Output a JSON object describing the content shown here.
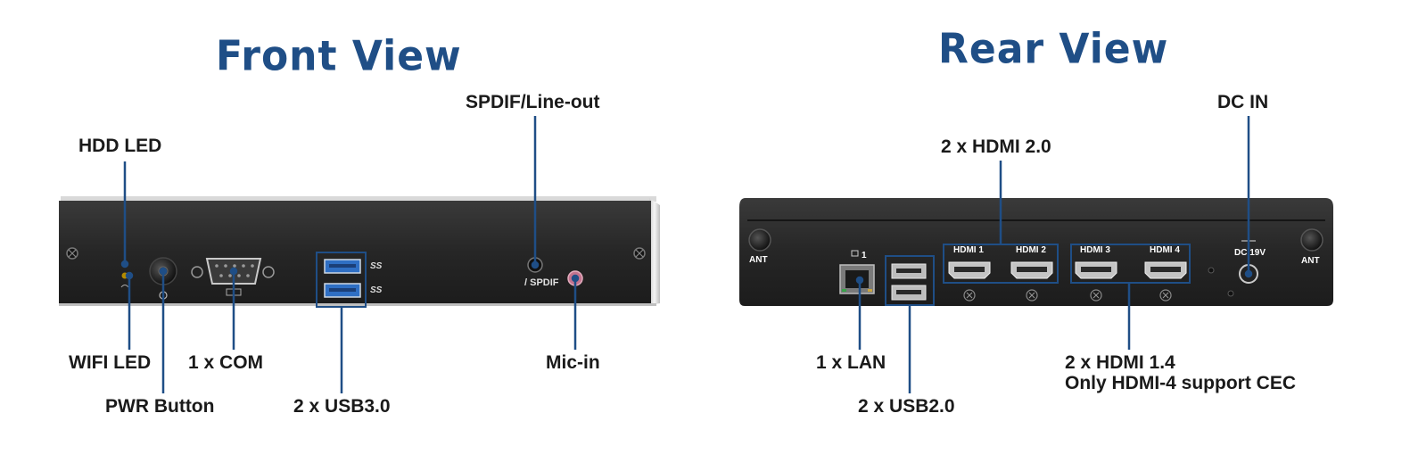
{
  "front": {
    "title": "Front View",
    "labels": {
      "hdd_led": "HDD LED",
      "spdif": "SPDIF/Line-out",
      "wifi_led": "WIFI LED",
      "com": "1 x COM",
      "mic": "Mic-in",
      "pwr": "PWR Button",
      "usb3": "2 x USB3.0"
    },
    "panel_text": {
      "spdif_mark": "/ SPDIF",
      "usb_ss_1": "SS",
      "usb_ss_2": "SS"
    }
  },
  "rear": {
    "title": "Rear View",
    "labels": {
      "dc_in": "DC IN",
      "hdmi20": "2 x HDMI 2.0",
      "lan": "1 x LAN",
      "hdmi14_line1": "2 x HDMI 1.4",
      "hdmi14_line2": "Only HDMI-4 support CEC",
      "usb2": "2 x USB2.0"
    },
    "panel_text": {
      "ant_left": "ANT",
      "ant_right": "ANT",
      "hdmi1": "HDMI 1",
      "hdmi2": "HDMI 2",
      "hdmi3": "HDMI 3",
      "hdmi4": "HDMI 4",
      "dc_volt": "DC 19V",
      "lan_num": "1"
    }
  },
  "colors": {
    "title": "#1f4e86",
    "callout": "#1f4e86",
    "chassis": "#2a2a2a",
    "usb3_blue": "#2f6fc4"
  }
}
